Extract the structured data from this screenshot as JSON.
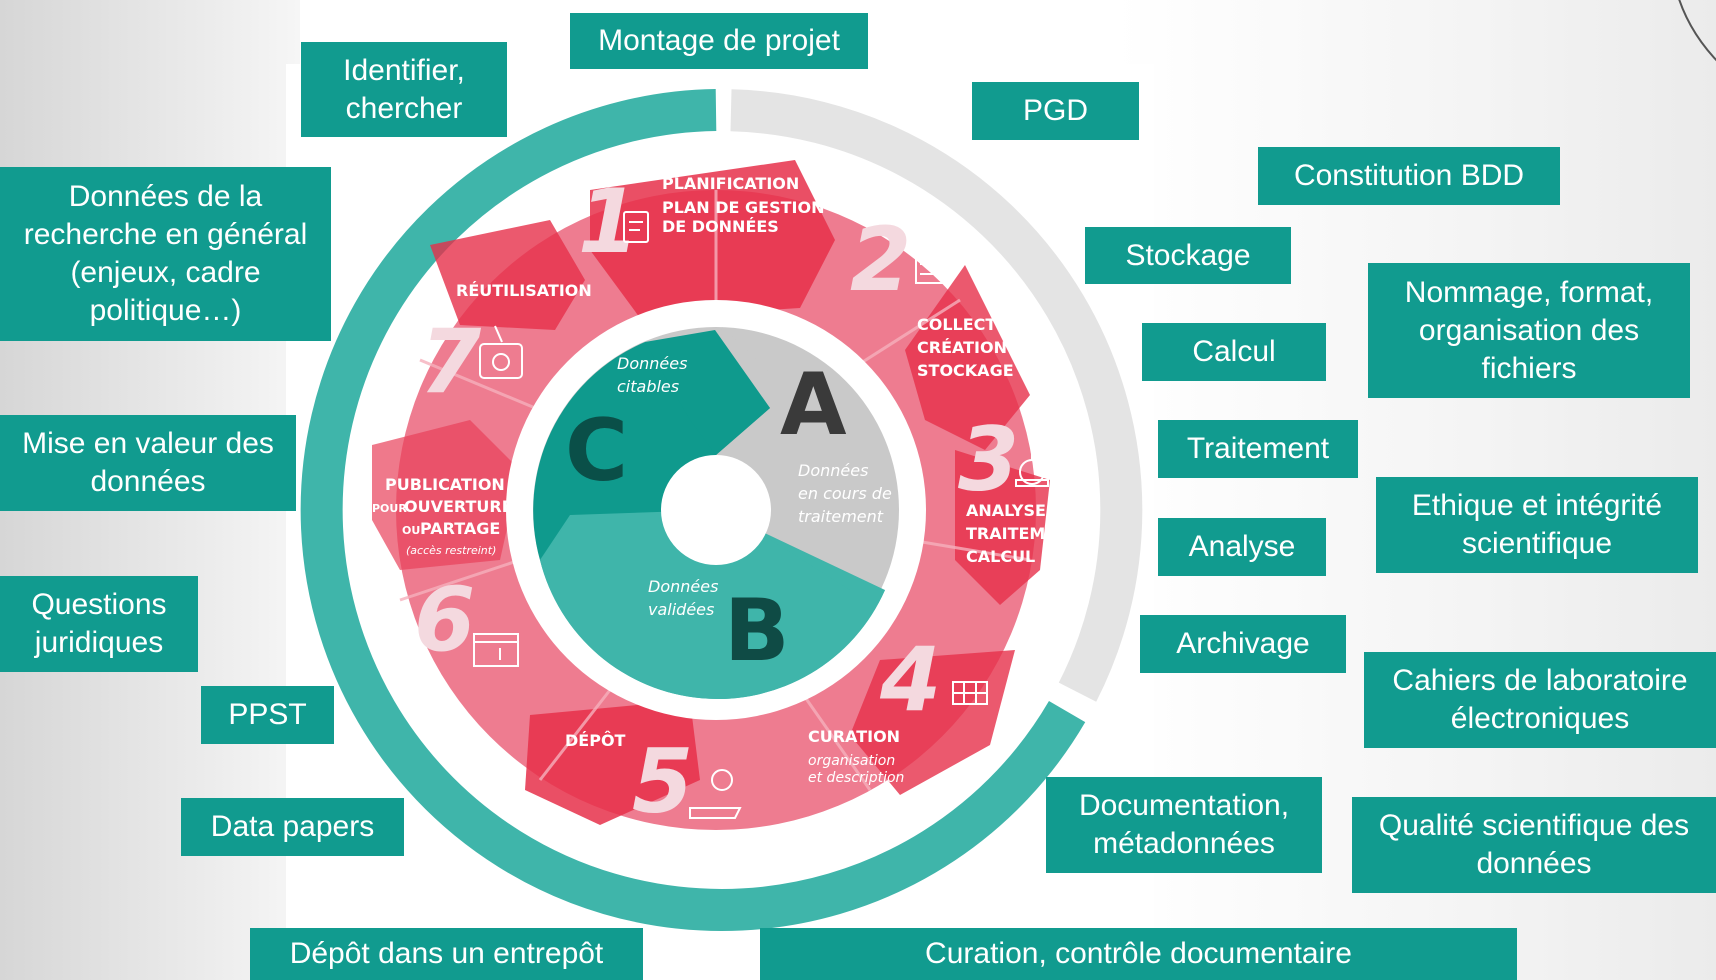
{
  "boxes": {
    "montage": "Montage de projet",
    "identifier": "Identifier, chercher",
    "pgd": "PGD",
    "constitution_bdd": "Constitution BDD",
    "donnees_generales": "Données de la recherche en général (enjeux, cadre politique…)",
    "stockage": "Stockage",
    "nommage": "Nommage, format, organisation des fichiers",
    "calcul": "Calcul",
    "mise_en_valeur": "Mise en valeur des données",
    "traitement": "Traitement",
    "ethique": "Ethique et intégrité scientifique",
    "analyse": "Analyse",
    "questions_juridiques": "Questions juridiques",
    "archivage": "Archivage",
    "cahiers": "Cahiers de laboratoire électroniques",
    "ppst": "PPST",
    "documentation": "Documentation, métadonnées",
    "qualite": "Qualité scientifique des données",
    "data_papers": "Data papers",
    "depot_entrepot": "Dépôt dans un entrepôt",
    "curation_controle": "Curation, contrôle documentaire"
  },
  "wheel": {
    "steps": [
      {
        "num": "1",
        "l1": "PLANIFICATION",
        "l2": "PLAN DE GESTION",
        "l3": "DE DONNÉES"
      },
      {
        "num": "2",
        "l1": "COLLECTE",
        "l2": "CRÉATION",
        "l3": "STOCKAGE"
      },
      {
        "num": "3",
        "l1": "ANALYSE",
        "l2": "TRAITEMENT",
        "l3": "CALCUL"
      },
      {
        "num": "4",
        "l1": "CURATION",
        "l2": "organisation",
        "l3": "et description"
      },
      {
        "num": "5",
        "l1": "DÉPÔT"
      },
      {
        "num": "6",
        "l1": "PUBLICATION",
        "l2a": "POUR",
        "l2b": "OUVERTURE",
        "l3a": "OU",
        "l3b": "PARTAGE",
        "l4": "(accès restreint)"
      },
      {
        "num": "7",
        "l1": "RÉUTILISATION"
      }
    ],
    "inner": {
      "A": {
        "letter": "A",
        "l1": "Données",
        "l2": "en cours de",
        "l3": "traitement"
      },
      "B": {
        "letter": "B",
        "l1": "Données",
        "l2": "validées"
      },
      "C": {
        "letter": "C",
        "l1": "Données",
        "l2": "citables"
      }
    }
  },
  "colors": {
    "teal_box": "#119b8f",
    "teal_ring": "#3fb5aa",
    "grey_ring": "#e6e6e6",
    "pink": "#ec6f84",
    "red": "#e0203c",
    "inner_teal": "#0f9a8d",
    "inner_grey": "#c8c8c8"
  }
}
